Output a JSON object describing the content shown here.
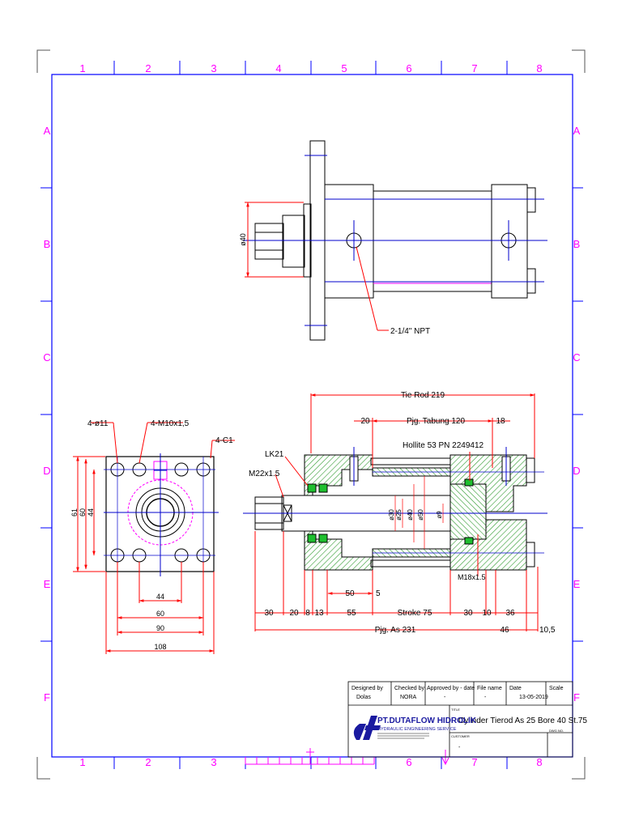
{
  "grid": {
    "columns": [
      "1",
      "2",
      "3",
      "4",
      "5",
      "6",
      "7",
      "8"
    ],
    "rows": [
      "A",
      "B",
      "C",
      "D",
      "E",
      "F"
    ]
  },
  "colors": {
    "frame": "#0000ff",
    "grid_labels": "#ff00ff",
    "dimensions": "#ff0000",
    "centerline": "#0000cc",
    "hatch_green": "#2e9a2e",
    "seal_green": "#1fbf2f",
    "outline": "#000000",
    "hidden": "#ff00ff"
  },
  "top_view": {
    "dim_diameter": "ø40",
    "port_note": "2-1/4\" NPT"
  },
  "end_view": {
    "holes_note": "4-ø11",
    "thread_note": "4-M10x1,5",
    "chamfer_note": "4-C1",
    "dim_height_1": "61",
    "dim_height_2": "60",
    "dim_height_3": "44",
    "dim_width_1": "44",
    "dim_width_2": "60",
    "dim_width_3": "90",
    "dim_width_4": "108"
  },
  "section_view": {
    "tie_rod": "Tie Rod 219",
    "tube_length": "Pjg. Tabung 120",
    "dim_20_top": "20",
    "dim_18_top": "18",
    "seal_note": "Hollite 53 PN 2249412",
    "lk_note": "LK21",
    "rod_thread": "M22x1.5",
    "piston_thread": "M18x1.5",
    "dia_rod": "ø30",
    "dia_25": "ø25",
    "dia_40": "ø40",
    "dia_50": "ø50",
    "dia_9": "ø9",
    "dim_50": "50",
    "dim_5": "5",
    "dim_30_left": "30",
    "dim_20": "20",
    "dim_8": "8",
    "dim_13": "13",
    "dim_55": "55",
    "stroke": "Stroke 75",
    "dim_30_right": "30",
    "dim_10": "10",
    "dim_36": "36",
    "overall": "Pjg. As 231",
    "dim_46": "46",
    "dim_10_5": "10,5"
  },
  "title_block": {
    "designed_by_label": "Designed by",
    "designed_by": "Dolas",
    "checked_by_label": "Checked by",
    "checked_by": "NORA",
    "approved_by_label": "Approved by - date",
    "approved_by": "-",
    "file_name_label": "File name",
    "file_name": "-",
    "date_label": "Date",
    "date": "13-05-2019",
    "scale_label": "Scale",
    "company": "PT.DUTAFLOW HIDROLIK",
    "company_sub": "HYDRAULIC ENGINEERING SERVICE",
    "title_label": "TITLE",
    "title": "Cylinder Tierod As 25 Bore 40 St.75",
    "customer_label": "CUSTOMER",
    "customer": "-",
    "dwg_no_label": "DWG NO."
  }
}
